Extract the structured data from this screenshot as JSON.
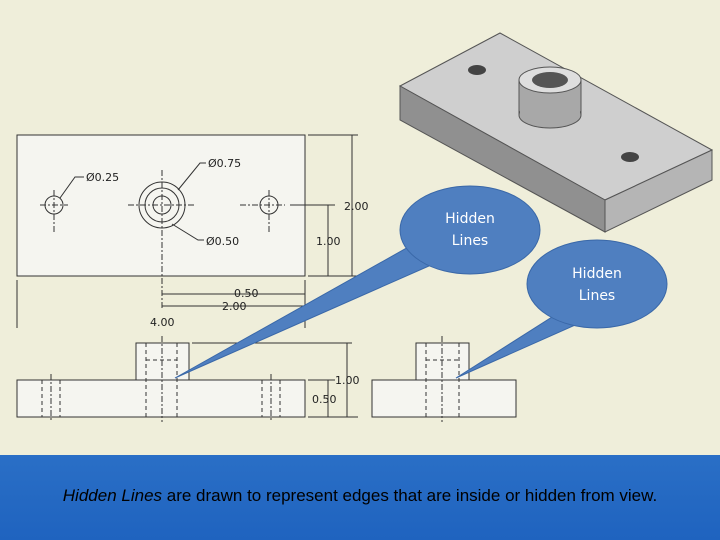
{
  "callouts": [
    {
      "label": "Hidden\nLines"
    },
    {
      "label": "Hidden\nLines"
    }
  ],
  "dimensions": {
    "small_hole_dia": "Ø0.25",
    "boss_outer_dia": "Ø0.75",
    "boss_inner_dia": "Ø0.50",
    "overall_height": "2.00",
    "hole_offset_y": "1.00",
    "boss_offset": "0.50",
    "hole_spacing": "2.00",
    "overall_width": "4.00",
    "total_thickness": "1.00",
    "plate_thickness": "0.50"
  },
  "caption": {
    "emphasis": "Hidden Lines",
    "rest": " are drawn to represent edges that are inside or hidden from view."
  },
  "colors": {
    "background": "#efeeda",
    "callout_fill": "#4f7fc0",
    "footer": "#2a6fc6"
  }
}
